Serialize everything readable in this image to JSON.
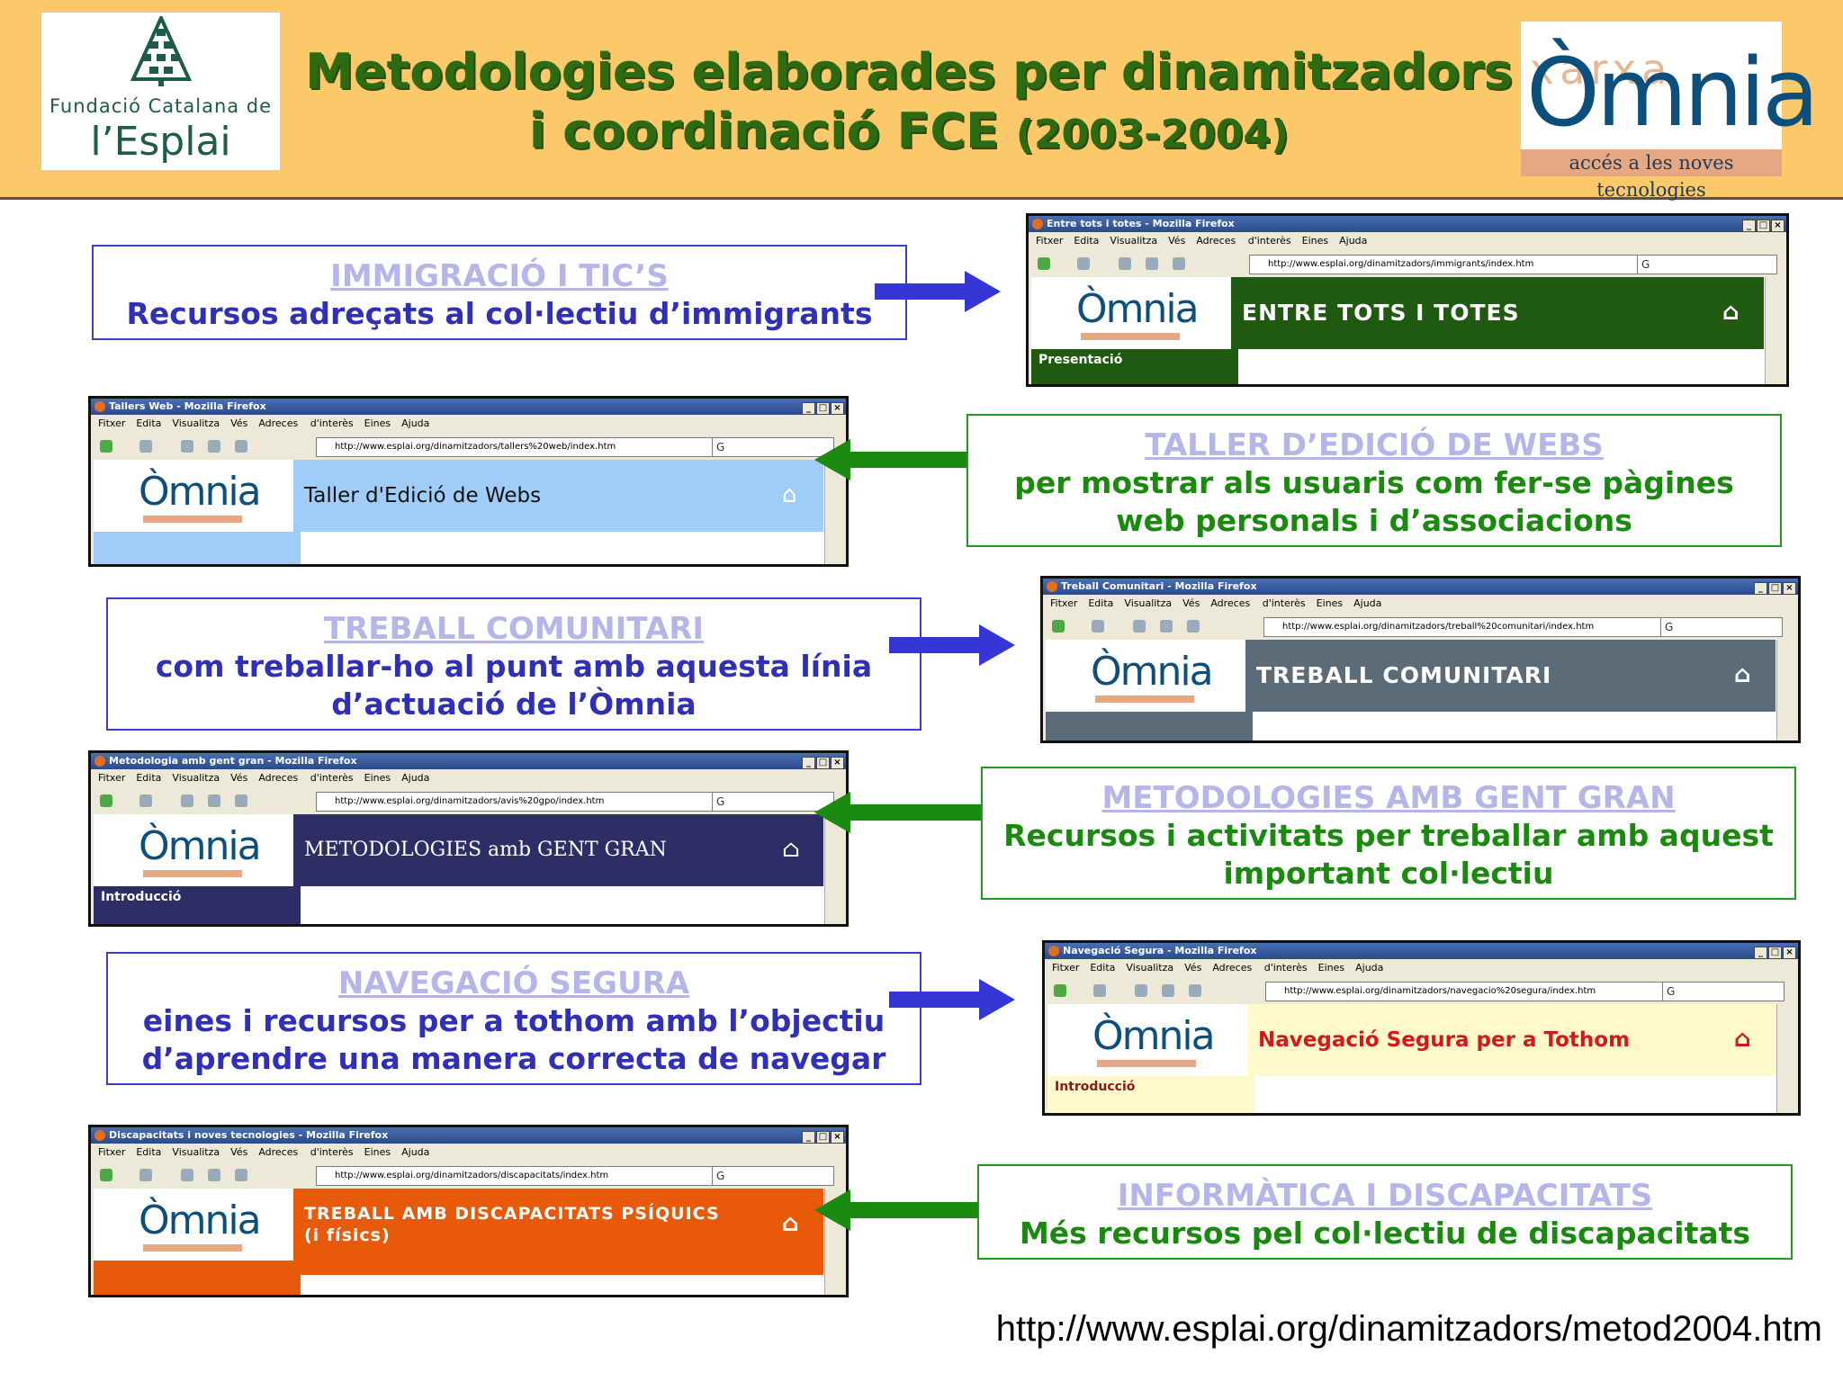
{
  "header": {
    "title_line1": "Metodologies elaborades per dinamitzadors",
    "title_line2": "i coordinació FCE",
    "years": "(2003-2004)",
    "fce_logo_line1": "Fundació Catalana de",
    "fce_logo_line2": "l’Esplai",
    "omnia_logo": "Òmnia",
    "omnia_bg": "xarxa",
    "omnia_tagline": "accés a les noves tecnologies",
    "brand_green": "#2c6b12",
    "header_bg": "#fcc96a"
  },
  "sections": [
    {
      "heading": "IMMIGRACIÓ I TIC’S",
      "description_lines": [
        "Recursos adreçats al col·lectiu d’immigrants"
      ],
      "window": {
        "title": "Entre tots i totes - Mozilla Firefox",
        "url": "http://www.esplai.org/dinamitzadors/immigrants/index.htm",
        "banner": "ENTRE TOTS I TOTES",
        "sidebar": "Presentació",
        "banner_bg": "#1f5a10",
        "banner_color": "#ffffff"
      }
    },
    {
      "heading": "TALLER D’EDICIÓ DE WEBS",
      "description_lines": [
        "per mostrar als usuaris com fer-se pàgines",
        "web personals i d’associacions"
      ],
      "window": {
        "title": "Tallers Web - Mozilla Firefox",
        "url": "http://www.esplai.org/dinamitzadors/tallers%20web/index.htm",
        "banner": "Taller d'Edició de Webs",
        "sidebar": "",
        "banner_bg": "#9fcdf7",
        "banner_color": "#111111"
      }
    },
    {
      "heading": "TREBALL COMUNITARI",
      "description_lines": [
        "com treballar-ho al punt amb aquesta línia",
        "d’actuació de l’Òmnia"
      ],
      "window": {
        "title": "Treball Comunitari - Mozilla Firefox",
        "url": "http://www.esplai.org/dinamitzadors/treball%20comunitari/index.htm",
        "banner": "TREBALL COMUNITARI",
        "sidebar": "",
        "banner_bg": "#5b6b77",
        "banner_color": "#ffffff"
      }
    },
    {
      "heading": "METODOLOGIES AMB GENT GRAN",
      "description_lines": [
        "Recursos i activitats per treballar amb aquest",
        "important col·lectiu"
      ],
      "window": {
        "title": "Metodologia amb gent gran - Mozilla Firefox",
        "url": "http://www.esplai.org/dinamitzadors/avis%20gpo/index.htm",
        "banner": "METODOLOGIES amb GENT GRAN",
        "sidebar": "Introducció",
        "banner_bg": "#2e2e66",
        "banner_color": "#ffffff"
      }
    },
    {
      "heading": "NAVEGACIÓ SEGURA",
      "description_lines": [
        "eines i recursos per a tothom amb l’objectiu",
        "d’aprendre una manera correcta de navegar"
      ],
      "window": {
        "title": "Navegació Segura - Mozilla Firefox",
        "url": "http://www.esplai.org/dinamitzadors/navegacio%20segura/index.htm",
        "banner": "Navegació Segura per a Tothom",
        "sidebar": "Introducció",
        "banner_bg": "#fff9cc",
        "banner_color": "#d21a1a"
      }
    },
    {
      "heading": "INFORMÀTICA I DISCAPACITATS",
      "description_lines": [
        "Més recursos pel col·lectiu de discapacitats"
      ],
      "window": {
        "title": "Discapacitats i noves tecnologies - Mozilla Firefox",
        "url": "http://www.esplai.org/dinamitzadors/discapacitats/index.htm",
        "banner": "TREBALL AMB DISCAPACITATS PSÍQUICS",
        "banner_line2": "(i físics)",
        "sidebar": "",
        "banner_bg": "#e85a0a",
        "banner_color": "#ffffff"
      }
    }
  ],
  "browser_menu": [
    "Fitxer",
    "Edita",
    "Visualitza",
    "Vés",
    "Adreces d'interès",
    "Eines",
    "Ajuda"
  ],
  "window_buttons": [
    "_",
    "□",
    "×"
  ],
  "window_logo": "Òmnia",
  "home_icon_glyph": "⌂",
  "footer_url": "http://www.esplai.org/dinamitzadors/metod2004.htm"
}
